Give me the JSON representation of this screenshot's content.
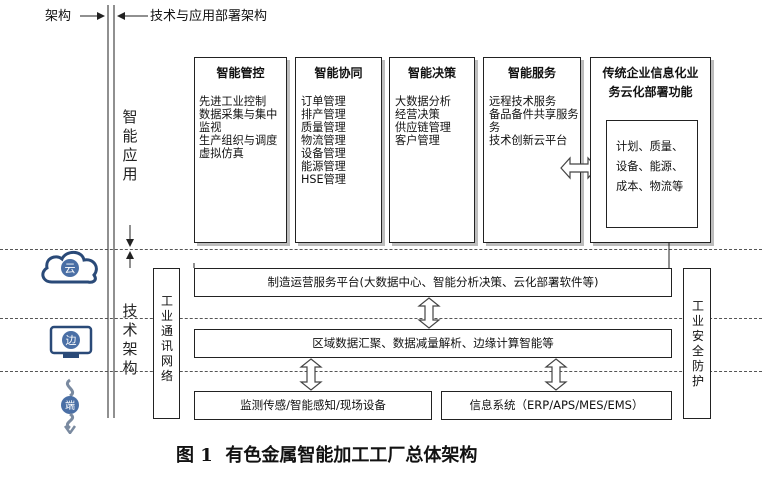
{
  "header": {
    "left_label": "架构",
    "right_label": "技术与应用部署架构"
  },
  "left_axis": {
    "top_label": "智能应用",
    "bottom_label": "技术架构"
  },
  "layers": {
    "cloud": "云",
    "edge": "边",
    "end": "端"
  },
  "modules": [
    {
      "title": "智能管控",
      "items": [
        "先进工业控制",
        "数据采集与集中",
        "监视",
        "生产组织与调度",
        "虚拟仿真"
      ]
    },
    {
      "title": "智能协同",
      "items": [
        "订单管理",
        "排产管理",
        "质量管理",
        "物流管理",
        "设备管理",
        "能源管理",
        "HSE管理"
      ]
    },
    {
      "title": "智能决策",
      "items": [
        "大数据分析",
        "经营决策",
        "供应链管理",
        "客户管理"
      ]
    },
    {
      "title": "智能服务",
      "items": [
        "远程技术服务",
        "备品备件共享服务",
        "务",
        "技术创新云平台"
      ]
    }
  ],
  "traditional": {
    "title_line1": "传统企业信息化业",
    "title_line2": "务云化部署功能",
    "items": [
      "计划、质量、",
      "设备、能源、",
      "成本、物流等"
    ]
  },
  "platform": "制造运营服务平台(大数据中心、智能分析决策、云化部署软件等)",
  "edge_bar": "区域数据汇聚、数据减量解析、边缘计算智能等",
  "sensing": "监测传感/智能感知/现场设备",
  "info_system": "信息系统（ERP/APS/MES/EMS）",
  "side_left": "工业通讯网络",
  "side_right": "工业安全防护",
  "caption": "图 1  有色金属智能加工工厂总体架构"
}
